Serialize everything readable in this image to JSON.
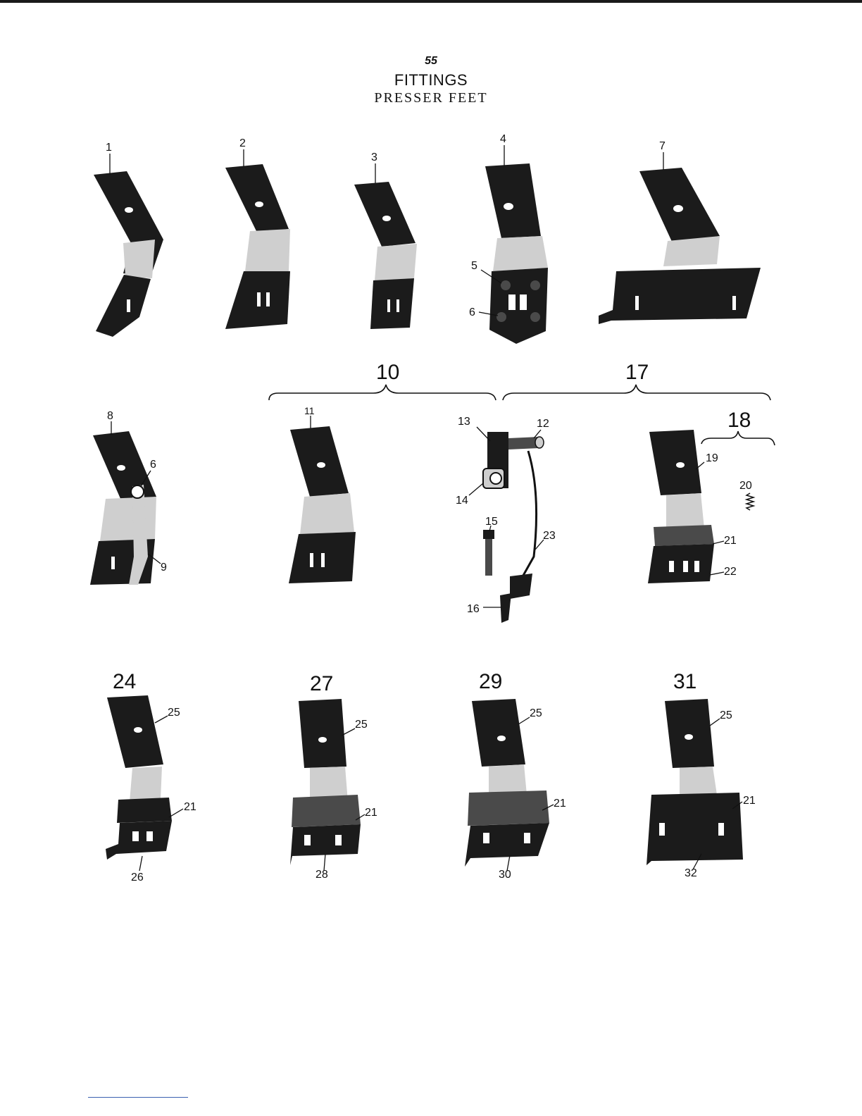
{
  "page": {
    "number": "55",
    "title": "FITTINGS",
    "subtitle": "PRESSER FEET"
  },
  "callouts": {
    "c1": "1",
    "c2": "2",
    "c3": "3",
    "c4": "4",
    "c5": "5",
    "c6a": "6",
    "c7": "7",
    "c8": "8",
    "c6b": "6",
    "c9": "9",
    "c10": "10",
    "c11": "11",
    "c12": "12",
    "c13": "13",
    "c14": "14",
    "c15": "15",
    "c16": "16",
    "c17": "17",
    "c18": "18",
    "c19": "19",
    "c20": "20",
    "c21a": "21",
    "c22": "22",
    "c23": "23",
    "c24": "24",
    "c25a": "25",
    "c21b": "21",
    "c26": "26",
    "c27": "27",
    "c25b": "25",
    "c21c": "21",
    "c28": "28",
    "c29": "29",
    "c25c": "25",
    "c21d": "21",
    "c30": "30",
    "c31": "31",
    "c25d": "25",
    "c21e": "21",
    "c32": "32"
  }
}
